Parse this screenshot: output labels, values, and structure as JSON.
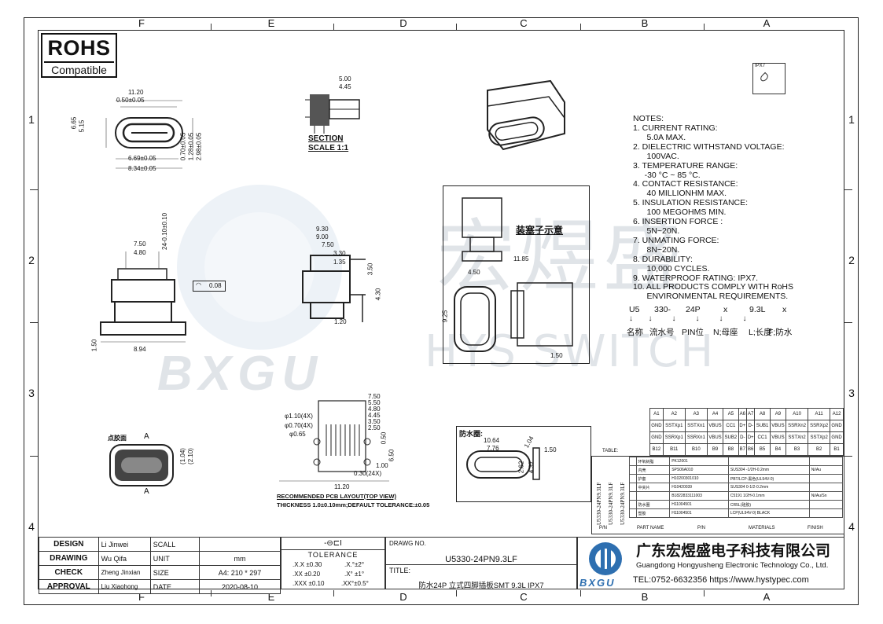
{
  "zones": {
    "columns": [
      "F",
      "E",
      "D",
      "C",
      "B",
      "A"
    ],
    "rows": [
      "1",
      "2",
      "3",
      "4"
    ]
  },
  "rohs": {
    "title": "ROHS",
    "subtitle": "Compatible"
  },
  "notes": {
    "heading": "NOTES:",
    "lines": [
      "1. CURRENT RATING:",
      "      5.0A MAX.",
      "2. DIELECTRIC WITHSTAND VOLTAGE:",
      "      100VAC.",
      "3. TEMPERATURE RANGE:",
      "     -30 °C ~ 85 °C.",
      "4. CONTACT RESISTANCE:",
      "      40 MILLIONHM MAX.",
      "5. INSULATION RESISTANCE:",
      "      100 MEGOHMS MIN.",
      "6. INSERTION FORCE :",
      "      5N~20N.",
      "7. UNMATING FORCE:",
      "      8N~20N.",
      "8. DURABILITY:",
      "      10,000 CYCLES.",
      "9. WATERPROOF RATING: IPX7.",
      "10. ALL PRODUCTS COMPLY WITH RoHS",
      "      ENVIRONMENTAL REQUIREMENTS."
    ],
    "code_parts": [
      "U5",
      "330-",
      "24P",
      "x",
      "9.3L",
      "x"
    ],
    "code_meaning": [
      "名称",
      "流水号",
      "PIN位",
      "N;母座",
      "L;长度",
      "F;防水"
    ]
  },
  "views": {
    "section_label": "SECTION",
    "scale_label": "SCALE 1:1",
    "plug_label": "装塞子示意",
    "waterproof_label": "防水圈:",
    "pcb_label": "RECOMMENDED PCB LAYOUT(TOP VIEW)",
    "pcb_thickness": "THICKNESS 1.0±0.10mm;DEFAULT TOLERANCE:±0.05",
    "gasket_label": "点胶面",
    "ipx_label": "IPX7",
    "dims_top": [
      "11.20",
      "0.50±0.05",
      "6.65",
      "5.15",
      "6.69±0.05",
      "8.34±0.05",
      "0.70±0.05",
      "1.28±0.05",
      "2.98±0.05"
    ],
    "dims_section": [
      "5.00",
      "4.45"
    ],
    "dims_front": [
      "7.50",
      "4.80",
      "24-0.10±0.10",
      "0.08",
      "8.94",
      "1.50"
    ],
    "dims_side": [
      "9.30",
      "9.00",
      "7.50",
      "3.30",
      "1.35",
      "3.50",
      "4.30",
      "1.20"
    ],
    "dims_plug": [
      "11.85",
      "4.50",
      "9.25",
      "1.50"
    ],
    "dims_pcb": [
      "7.50",
      "5.50",
      "4.80",
      "4.45",
      "3.50",
      "2.50",
      "φ1.10(4X)",
      "φ0.70(4X)",
      "φ0.65",
      "11.20",
      "0.50",
      "6.50",
      "1.00",
      "0.30(24X)"
    ],
    "dims_ring": [
      "10.64",
      "7.76",
      "1.04",
      "1.50",
      "2.62",
      "4.37"
    ],
    "dims_gasket": [
      "(1.04)",
      "(2.10)"
    ],
    "section_marks": [
      "A",
      "A"
    ]
  },
  "pin_table": {
    "header": [
      "A1",
      "A2",
      "A3",
      "A4",
      "A5",
      "A6",
      "A7",
      "A8",
      "A9",
      "A10",
      "A11",
      "A12"
    ],
    "row_a": [
      "GND",
      "SSTXp1",
      "SSTXn1",
      "VBUS",
      "CC1",
      "D+",
      "D-",
      "SUB1",
      "VBUS",
      "SSRXn2",
      "SSRXp2",
      "GND"
    ],
    "row_b": [
      "GND",
      "SSRXp1",
      "SSRXn1",
      "VBUS",
      "SUB2",
      "D-",
      "D+",
      "CC1",
      "VBUS",
      "SSTXn2",
      "SSTXp2",
      "GND"
    ],
    "footer": [
      "B12",
      "B11",
      "B10",
      "B9",
      "B8",
      "B7",
      "B6",
      "B5",
      "B4",
      "B3",
      "B2",
      "B1"
    ],
    "table_label": "TABLE:"
  },
  "bom": {
    "side_labels": [
      "U5330-24PN9.3LF",
      "U5330-24PN9.3LF",
      "U5330-24PN9.3LF"
    ],
    "rows": [
      [
        "",
        "环氧树脂",
        "PK12001",
        "",
        "",
        ""
      ],
      [
        "",
        "内壳",
        "SPS06A010",
        "SUS304 -1/2H-0.2mm",
        "",
        "Ni/Au"
      ],
      [
        "",
        "护套",
        "H10200301010",
        "PBT/LCP-黑色(UL94V-0)",
        "",
        ""
      ],
      [
        "",
        "中夹片",
        "H10420039",
        "SUS304 0-1/2-0.2mm",
        "",
        ""
      ],
      [
        "",
        "",
        "B1822833111003",
        "C5191 1/2H-0.1mm",
        "",
        "Ni/Au/Sn"
      ],
      [
        "",
        "防水圈",
        "H11004501",
        "CR5L(硅胶)",
        "",
        ""
      ],
      [
        "",
        "塑胶",
        "H11004501",
        "LCP(UL94V-0) BLACK",
        "",
        ""
      ]
    ],
    "footer": [
      "P/N",
      "PART NAME",
      "P/N",
      "MATERIALS",
      "FINISH"
    ]
  },
  "title_block": {
    "design_label": "DESIGN",
    "design_name": "Li Jinwei",
    "drawing_label": "DRAWING",
    "drawing_name": "Wu Qifa",
    "check_label": "CHECK",
    "check_name": "Zheng Jinxian",
    "approval_label": "APPROVAL",
    "approval_name": "Liu Xiaohong",
    "scale_label": "SCALL",
    "unit_label": "UNIT",
    "unit_value": "mm",
    "size_label": "SIZE",
    "size_value": "A4: 210 * 297",
    "date_label": "DATE",
    "date_value": "2020-08-10",
    "tolerance_label": "TOLERANCE",
    "tol": [
      ".X.X  ±0.30",
      ".X.°±2°",
      ".XX  ±0.20",
      ".X° ±1°",
      ".XXX  ±0.10",
      ".XX°±0.5°"
    ],
    "drawing_no_label": "DRAWG NO.",
    "drawing_no": "U5330-24PN9.3LF",
    "title_label": "TITLE:",
    "title_value": "防水24P 立式四脚插板SMT 9.3L IPX7",
    "company_cn": "广东宏煜盛电子科技有限公司",
    "company_en": "Guangdong Hongyusheng Electronic Technology Co., Ltd.",
    "contact": "TEL:0752-6632356  https://www.hystypec.com",
    "logo_text": "BXGU"
  },
  "watermark": {
    "cn": "宏煜盛",
    "en": "HYS SWITCH",
    "logo": "BXGU"
  }
}
